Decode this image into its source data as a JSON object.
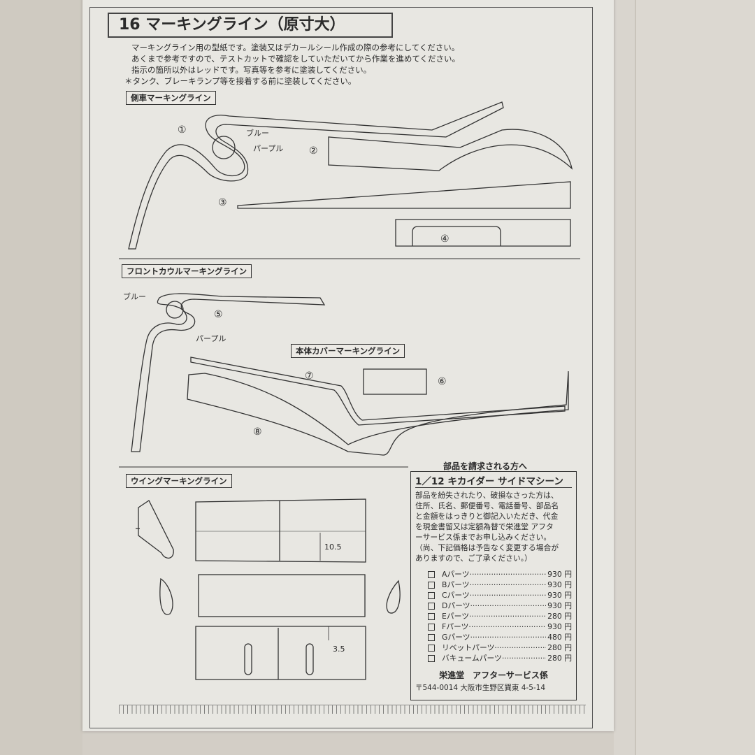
{
  "title": "16 マーキングライン（原寸大）",
  "intro": [
    "マーキングライン用の型紙です。塗装又はデカールシール作成の際の参考にしてください。",
    "あくまで参考ですので、テストカットで確認をしていただいてから作業を進めてください。",
    "指示の箇所以外はレッドです。写真等を参考に塗装してください。",
    "＊タンク、ブレーキランプ等を接着する前に塗装してください。"
  ],
  "sections": {
    "sidecar": {
      "heading": "側車マーキングライン",
      "blue": "ブルー",
      "purple": "パープル",
      "n1": "①",
      "n2": "②",
      "n3": "③",
      "n4": "④"
    },
    "front_cowl": {
      "heading": "フロントカウルマーキングライン",
      "blue": "ブルー",
      "purple": "パープル",
      "n5": "⑤"
    },
    "body_cover": {
      "heading": "本体カバーマーキングライン",
      "n6": "⑥",
      "n7": "⑦",
      "n8": "⑧"
    },
    "wing": {
      "heading": "ウイングマーキングライン",
      "dim1": "10.5",
      "dim2": "3.5"
    }
  },
  "order": {
    "heading": "部品を請求される方へ",
    "product": "1／12 キカイダー サイドマシーン",
    "body": [
      "部品を紛失されたり、破損なさった方は、",
      "住所、氏名、郵便番号、電話番号、部品名",
      "と金額をはっきりと御記入いただき、代金",
      "を現金書留又は定額為替で栄進堂 アフタ",
      "ーサービス係までお申し込みください。",
      "（尚、下記価格は予告なく変更する場合が",
      "ありますので、ご了承ください。）"
    ],
    "parts": [
      {
        "name": "Aパーツ",
        "price": "930 円"
      },
      {
        "name": "Bパーツ",
        "price": "930 円"
      },
      {
        "name": "Cパーツ",
        "price": "930 円"
      },
      {
        "name": "Dパーツ",
        "price": "930 円"
      },
      {
        "name": "Eパーツ",
        "price": "280 円"
      },
      {
        "name": "Fパーツ",
        "price": "930 円"
      },
      {
        "name": "Gパーツ",
        "price": "480 円"
      },
      {
        "name": "リベットパーツ",
        "price": "280 円"
      },
      {
        "name": "バキュームパーツ",
        "price": "280 円"
      }
    ],
    "company": "栄進堂　アフターサービス係",
    "address": "〒544-0014 大阪市生野区巽東 4-5-14"
  }
}
